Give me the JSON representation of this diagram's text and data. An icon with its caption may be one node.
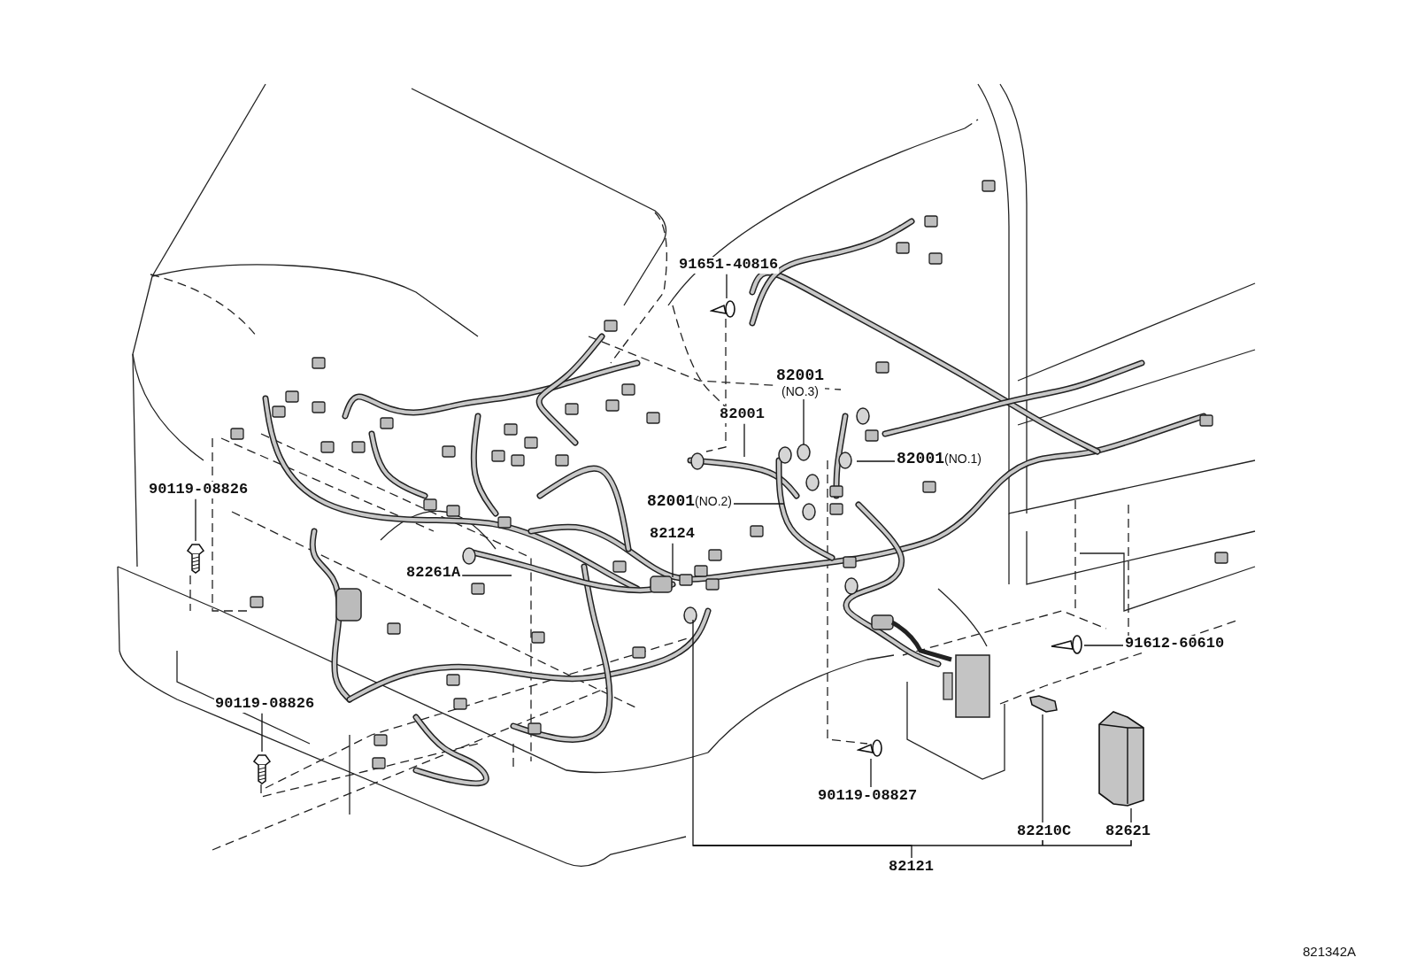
{
  "diagram": {
    "nodes": [
      {
        "text": [
          "91651-40816"
        ]
      },
      {
        "text": [],
        "shape": "picture"
      },
      {
        "text": [
          "**82001** (NO.3)"
        ]
      },
      {
        "text": [
          "82001"
        ]
      },
      {
        "text": [
          "**82001**(NO.1)"
        ]
      },
      {
        "text": [
          "**82001**(NO.2)"
        ]
      },
      {
        "text": [
          "90119-08826"
        ]
      },
      {
        "text": [],
        "shape": "picture"
      },
      {
        "text": [
          "82124"
        ]
      },
      {
        "text": [
          "82261A"
        ]
      },
      {
        "text": [
          "91612-60610"
        ]
      },
      {
        "text": [],
        "shape": "picture"
      },
      {
        "text": [
          "90119-08826"
        ]
      },
      {
        "text": [],
        "shape": "picture"
      },
      {
        "text": [
          "90119-08827"
        ]
      },
      {
        "text": [],
        "shape": "picture"
      },
      {
        "text": [
          "82210C"
        ]
      },
      {
        "text": [],
        "shape": "picture"
      },
      {
        "text": [
          "82621"
        ]
      },
      {
        "text": [],
        "shape": "picture"
      },
      {
        "text": [
          "82121"
        ]
      }
    ],
    "edges": [
      {
        "from": 0,
        "to": 1,
        "arrow": "none"
      },
      {
        "from": 2,
        "to": null,
        "arrow": "none"
      },
      {
        "from": 3,
        "to": null,
        "arrow": "none"
      },
      {
        "from": 4,
        "to": null,
        "arrow": "none"
      },
      {
        "from": 5,
        "to": null,
        "arrow": "none"
      },
      {
        "from": 6,
        "to": 7,
        "arrow": "none"
      },
      {
        "from": 8,
        "to": null,
        "arrow": "none"
      },
      {
        "from": 9,
        "to": null,
        "arrow": "none"
      },
      {
        "from": 10,
        "to": 11,
        "arrow": "none"
      },
      {
        "from": 12,
        "to": 13,
        "arrow": "none"
      },
      {
        "from": 14,
        "to": 15,
        "arrow": "none"
      },
      {
        "from": 16,
        "to": 17,
        "arrow": "none"
      },
      {
        "from": 18,
        "to": 19,
        "arrow": "none"
      },
      {
        "from": 20,
        "to": null,
        "arrow": "none"
      }
    ],
    "labels": [
      "821342A"
    ]
  }
}
